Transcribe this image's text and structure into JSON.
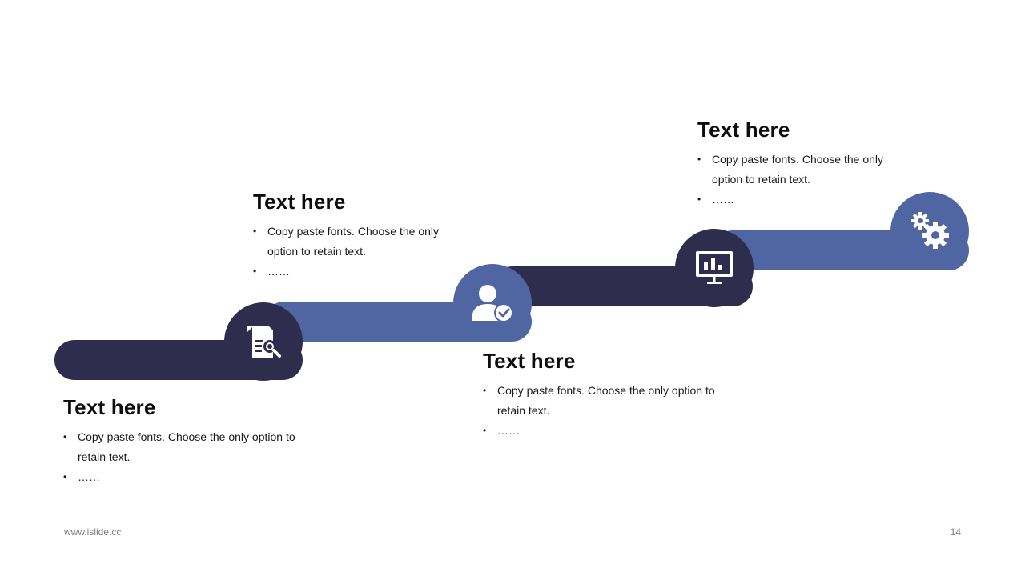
{
  "colors": {
    "dark": "#2E2D4D",
    "accent": "#4F66A3",
    "white": "#FFFFFF"
  },
  "steps": [
    {
      "icon": "document-search-icon",
      "title": "Text here",
      "bullets": [
        "Copy paste fonts. Choose the only option to retain text.",
        "……"
      ]
    },
    {
      "icon": "user-check-icon",
      "title": "Text here",
      "bullets": [
        "Copy paste fonts. Choose the only option to retain text.",
        "……"
      ]
    },
    {
      "icon": "presentation-chart-icon",
      "title": "Text here",
      "bullets": [
        "Copy paste fonts. Choose the only option to retain text.",
        "……"
      ]
    },
    {
      "icon": "gears-icon",
      "title": "Text here",
      "bullets": [
        "Copy paste fonts. Choose the only option to retain text.",
        "……"
      ]
    }
  ],
  "footer": {
    "website": "www.islide.cc",
    "page_number": "14"
  }
}
